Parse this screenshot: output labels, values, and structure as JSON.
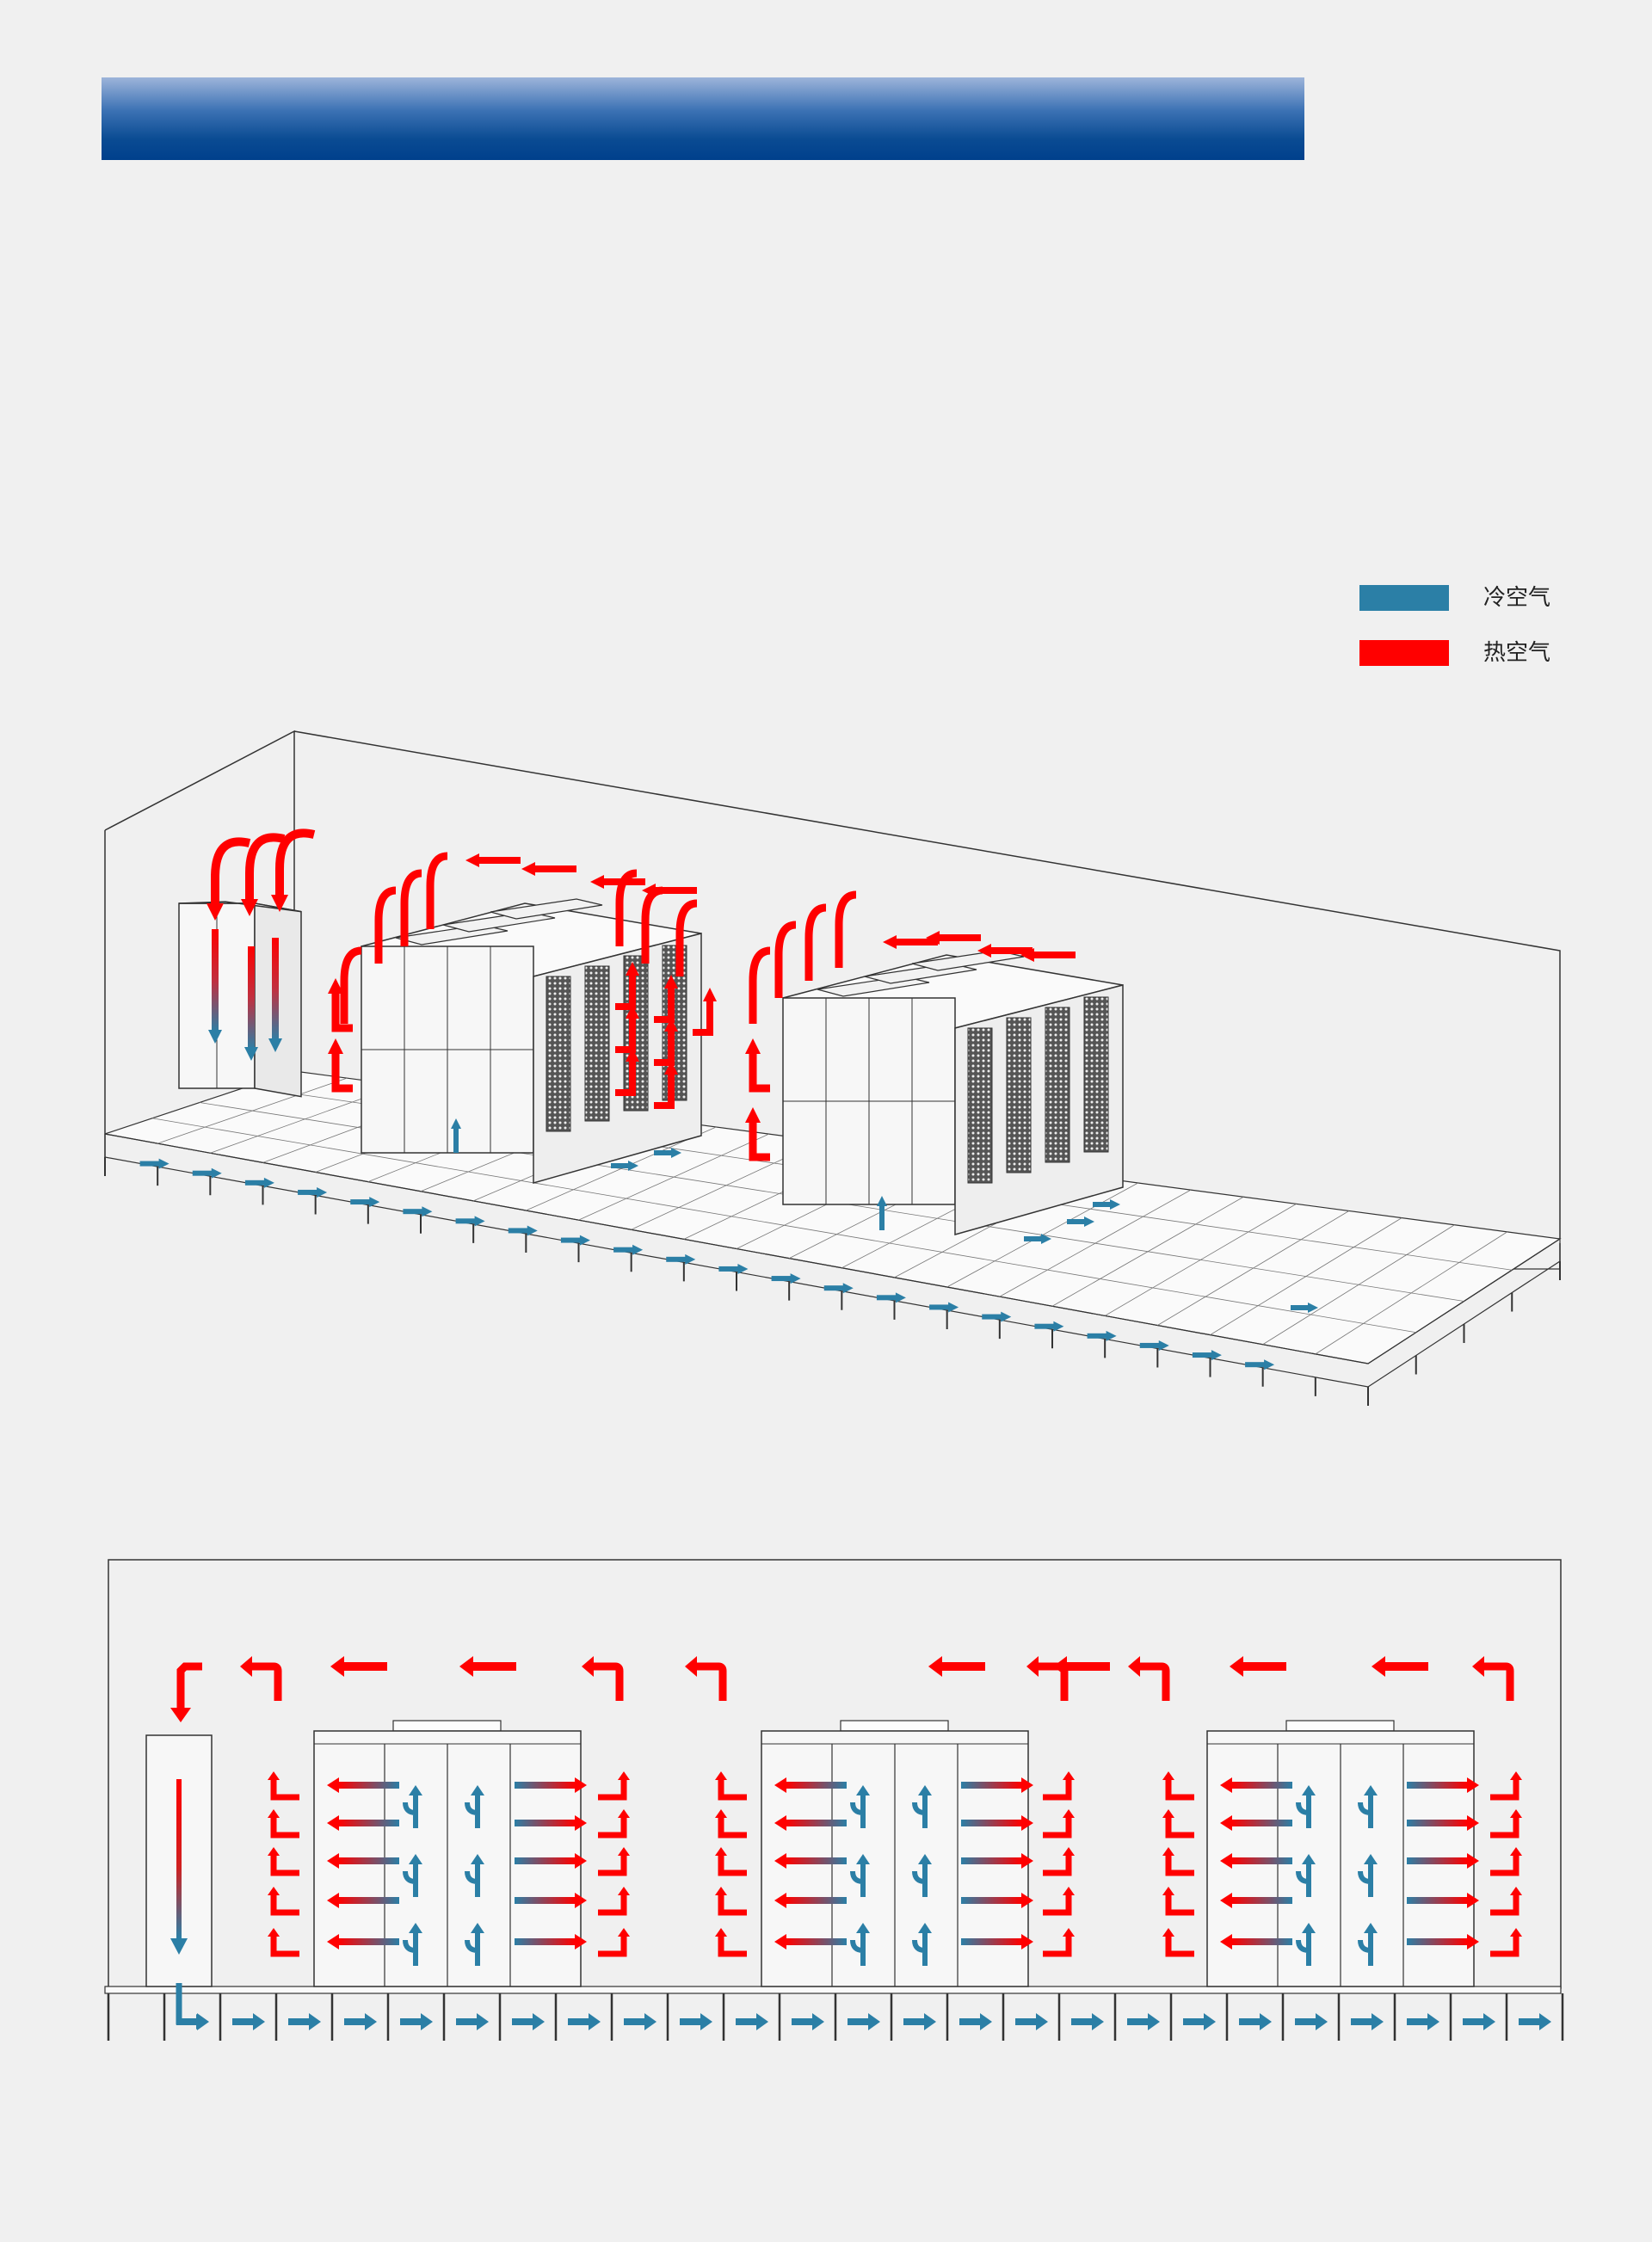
{
  "header": {
    "title": ""
  },
  "legend": {
    "items": [
      {
        "label": "冷空气",
        "color": "#2b7fa6"
      },
      {
        "label": "热空气",
        "color": "#ff0000"
      }
    ]
  },
  "colors": {
    "cold": "#2b7fa6",
    "hot": "#ff0000",
    "line": "#333333",
    "cabinet": "#f7f7f7",
    "floor": "#fafafa"
  },
  "diagrams": {
    "perspective": {
      "icons": [
        "room-outline",
        "raised-floor",
        "air-conditioner",
        "rack-cabinet",
        "airflow-arrow"
      ]
    },
    "elevation": {
      "icons": [
        "room-outline",
        "raised-floor",
        "air-conditioner",
        "rack-cabinet",
        "airflow-arrow"
      ]
    }
  }
}
